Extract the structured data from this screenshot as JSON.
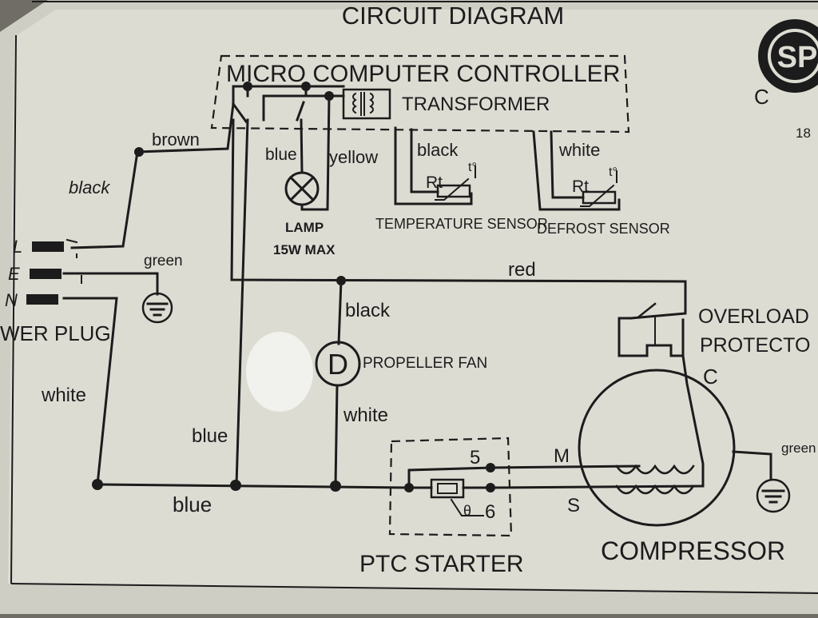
{
  "title": "CIRCUIT DIAGRAM",
  "controller": {
    "label": "MICRO COMPUTER CONTROLLER",
    "transformer": "TRANSFORMER"
  },
  "wires": {
    "brown": "brown",
    "black_left": "black",
    "blue_lamp": "blue",
    "yellow_lamp": "yellow",
    "black_sensor": "black",
    "white_sensor": "white",
    "green_plug": "green",
    "white_left": "white",
    "blue_vertical": "blue",
    "blue_bottom": "blue",
    "red": "red",
    "black_fan": "black",
    "white_fan": "white",
    "green_comp": "green"
  },
  "lamp": {
    "line1": "LAMP",
    "line2": "15W MAX"
  },
  "sensors": {
    "temperature": "TEMPERATURE SENSOR",
    "defrost": "DEFROST SENSOR",
    "rt": "Rt",
    "t_symbol": "t°"
  },
  "plug": {
    "l": "L",
    "e": "E",
    "n": "N",
    "label": "WER PLUG"
  },
  "fan": {
    "symbol": "D",
    "label": "PROPELLER FAN"
  },
  "ptc": {
    "label": "PTC STARTER",
    "pin5": "5",
    "pin6": "6",
    "theta": "θ"
  },
  "compressor": {
    "label": "COMPRESSOR",
    "c": "C",
    "m": "M",
    "s": "S"
  },
  "overload": {
    "line1": "OVERLOAD",
    "line2": "PROTECTO"
  },
  "cert": {
    "logo": "SP",
    "c": "C",
    "num": "18"
  }
}
